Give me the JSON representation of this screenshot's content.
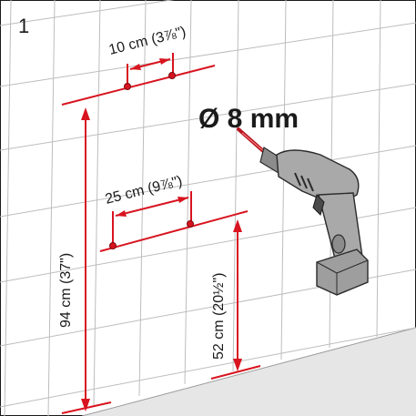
{
  "step_number": "1",
  "drill_bit": "Ø 8 mm",
  "dimensions": {
    "top_spacing": "10 cm (3⅞\")",
    "lower_spacing": "25 cm (9⅞\")",
    "top_height": "94 cm (37\")",
    "lower_height": "52 cm (20½\")"
  },
  "colors": {
    "accent": "#d8141f",
    "grid": "#bdbdbd",
    "floor": "#e6e6e6"
  }
}
